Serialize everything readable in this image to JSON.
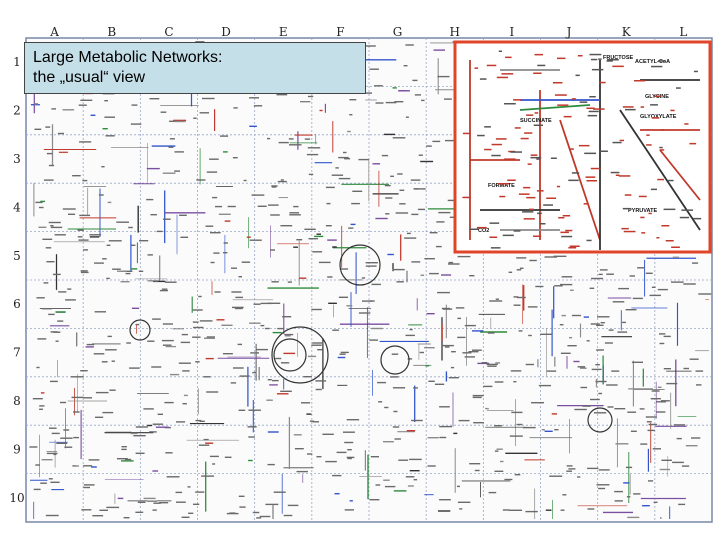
{
  "title": {
    "line1": "Large Metabolic Networks:",
    "line2": "the „usual“ view"
  },
  "grid": {
    "columns": [
      "A",
      "B",
      "C",
      "D",
      "E",
      "F",
      "G",
      "H",
      "I",
      "J",
      "K",
      "L"
    ],
    "rows": [
      "1",
      "2",
      "3",
      "4",
      "5",
      "6",
      "7",
      "8",
      "9",
      "10"
    ]
  },
  "inset": {
    "labels": [
      "SUCCINATE",
      "FORMATE",
      "PYRUVATE",
      "FRUCTOSE",
      "ACETYL-CoA",
      "GLYCINE",
      "GLYOXYLATE",
      "CO2"
    ]
  },
  "colors": {
    "background": "#ffffff",
    "grid_line": "#9aa6c8",
    "map_border": "#7788aa",
    "pathway_gray": "#8a8a8a",
    "pathway_dark": "#333333",
    "pathway_red": "#c0392b",
    "pathway_blue": "#3355cc",
    "pathway_green": "#2e8b3d",
    "pathway_purple": "#7b4fa0",
    "inset_border": "#e0452a",
    "title_bg": "#c5dfe8"
  }
}
